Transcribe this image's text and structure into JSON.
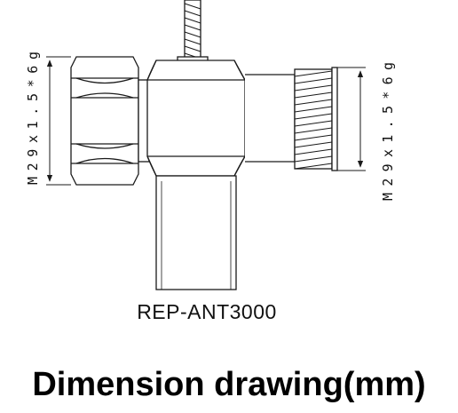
{
  "dimensions": {
    "left_thread": "M29x1.5*6g",
    "right_thread": "M29x1.5*6g"
  },
  "model": "REP-ANT3000",
  "caption": "Dimension drawing(mm)",
  "colors": {
    "line": "#1a1a1a",
    "background": "#ffffff"
  }
}
